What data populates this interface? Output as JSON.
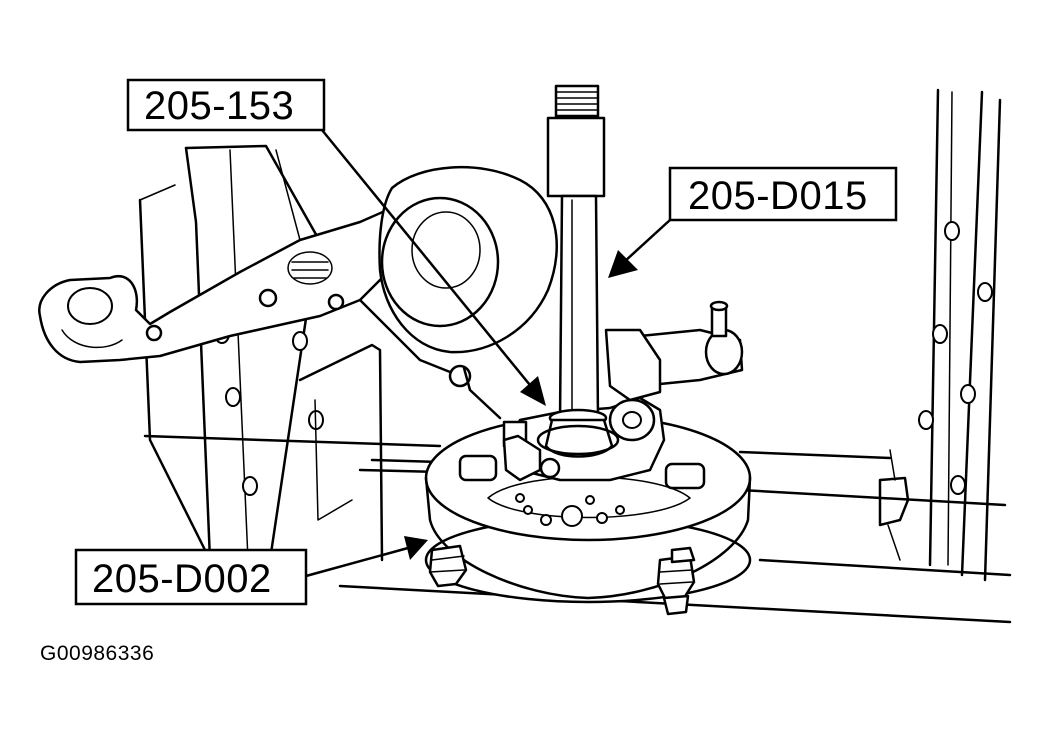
{
  "callouts": {
    "tool_205_153": "205-153",
    "tool_205_d015": "205-D015",
    "tool_205_d002": "205-D002"
  },
  "figure_id": "G00986336",
  "colors": {
    "line": "#000000",
    "background": "#ffffff"
  }
}
